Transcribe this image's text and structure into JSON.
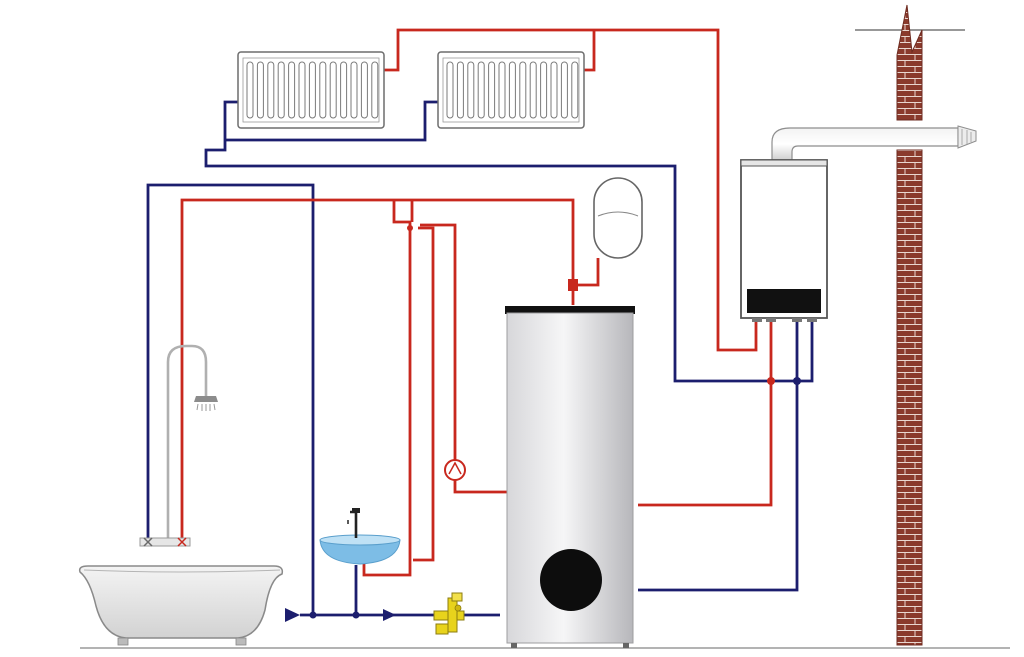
{
  "diagram": {
    "kind": "heating-and-hot-water-piping-schematic",
    "components": [
      {
        "id": "radiator-left",
        "icon": "radiator-icon"
      },
      {
        "id": "radiator-right",
        "icon": "radiator-icon"
      },
      {
        "id": "gas-boiler",
        "icon": "boiler-icon"
      },
      {
        "id": "coaxial-flue",
        "icon": "flue-pipe-icon"
      },
      {
        "id": "brick-chimney",
        "icon": "chimney-icon"
      },
      {
        "id": "expansion-tank",
        "icon": "expansion-tank-icon"
      },
      {
        "id": "hot-water-cylinder",
        "icon": "storage-tank-icon"
      },
      {
        "id": "circulation-pump",
        "icon": "pump-icon"
      },
      {
        "id": "shower-head",
        "icon": "shower-icon"
      },
      {
        "id": "bathtub",
        "icon": "bathtub-icon"
      },
      {
        "id": "washbasin",
        "icon": "sink-icon"
      },
      {
        "id": "safety-valve-group",
        "icon": "valve-icon"
      },
      {
        "id": "flow-direction-arrows",
        "icon": "arrow-icon"
      }
    ],
    "colors": {
      "hot_line": "#c8281e",
      "cold_line": "#1c1e6e",
      "brick": "#8a3a2c",
      "mortar": "#e9d6cf",
      "tank_body": "#e2e2e4",
      "tank_shadow": "#b9b9bc",
      "valve_yellow": "#e8d31c",
      "sink_water": "#7dbde6",
      "outline": "#555555"
    }
  }
}
